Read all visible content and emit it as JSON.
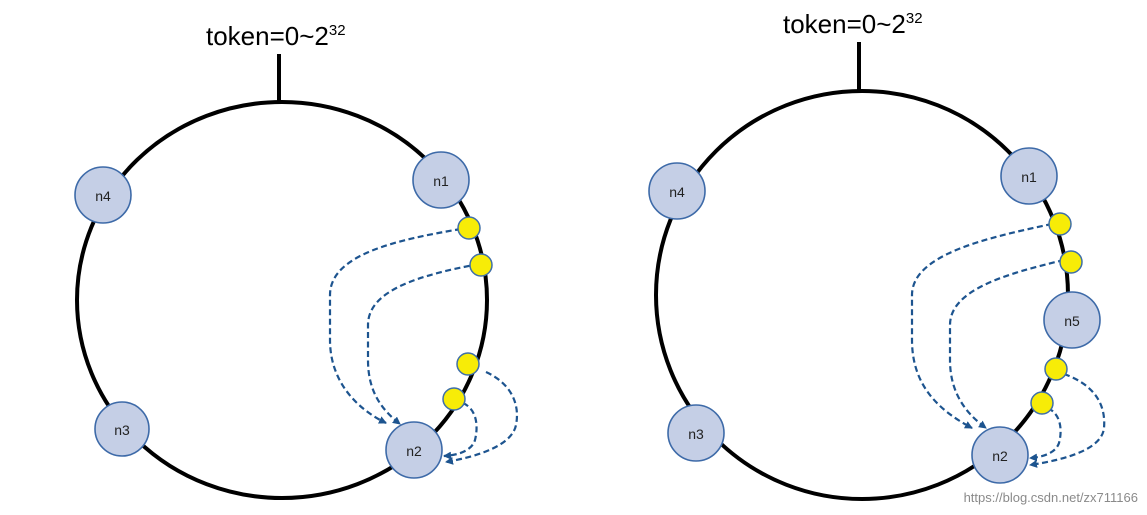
{
  "left_ring": {
    "title": "token=0~2",
    "title_exponent": "32",
    "nodes": {
      "n1": "n1",
      "n2": "n2",
      "n3": "n3",
      "n4": "n4"
    }
  },
  "right_ring": {
    "title": "token=0~2",
    "title_exponent": "32",
    "nodes": {
      "n1": "n1",
      "n2": "n2",
      "n3": "n3",
      "n4": "n4",
      "n5": "n5"
    }
  },
  "watermark": "https://blog.csdn.net/zx711166",
  "colors": {
    "node_fill": "#c5cfe6",
    "node_stroke": "#3d6aa8",
    "data_point": "#f7ec07",
    "arrow": "#1d548f"
  }
}
